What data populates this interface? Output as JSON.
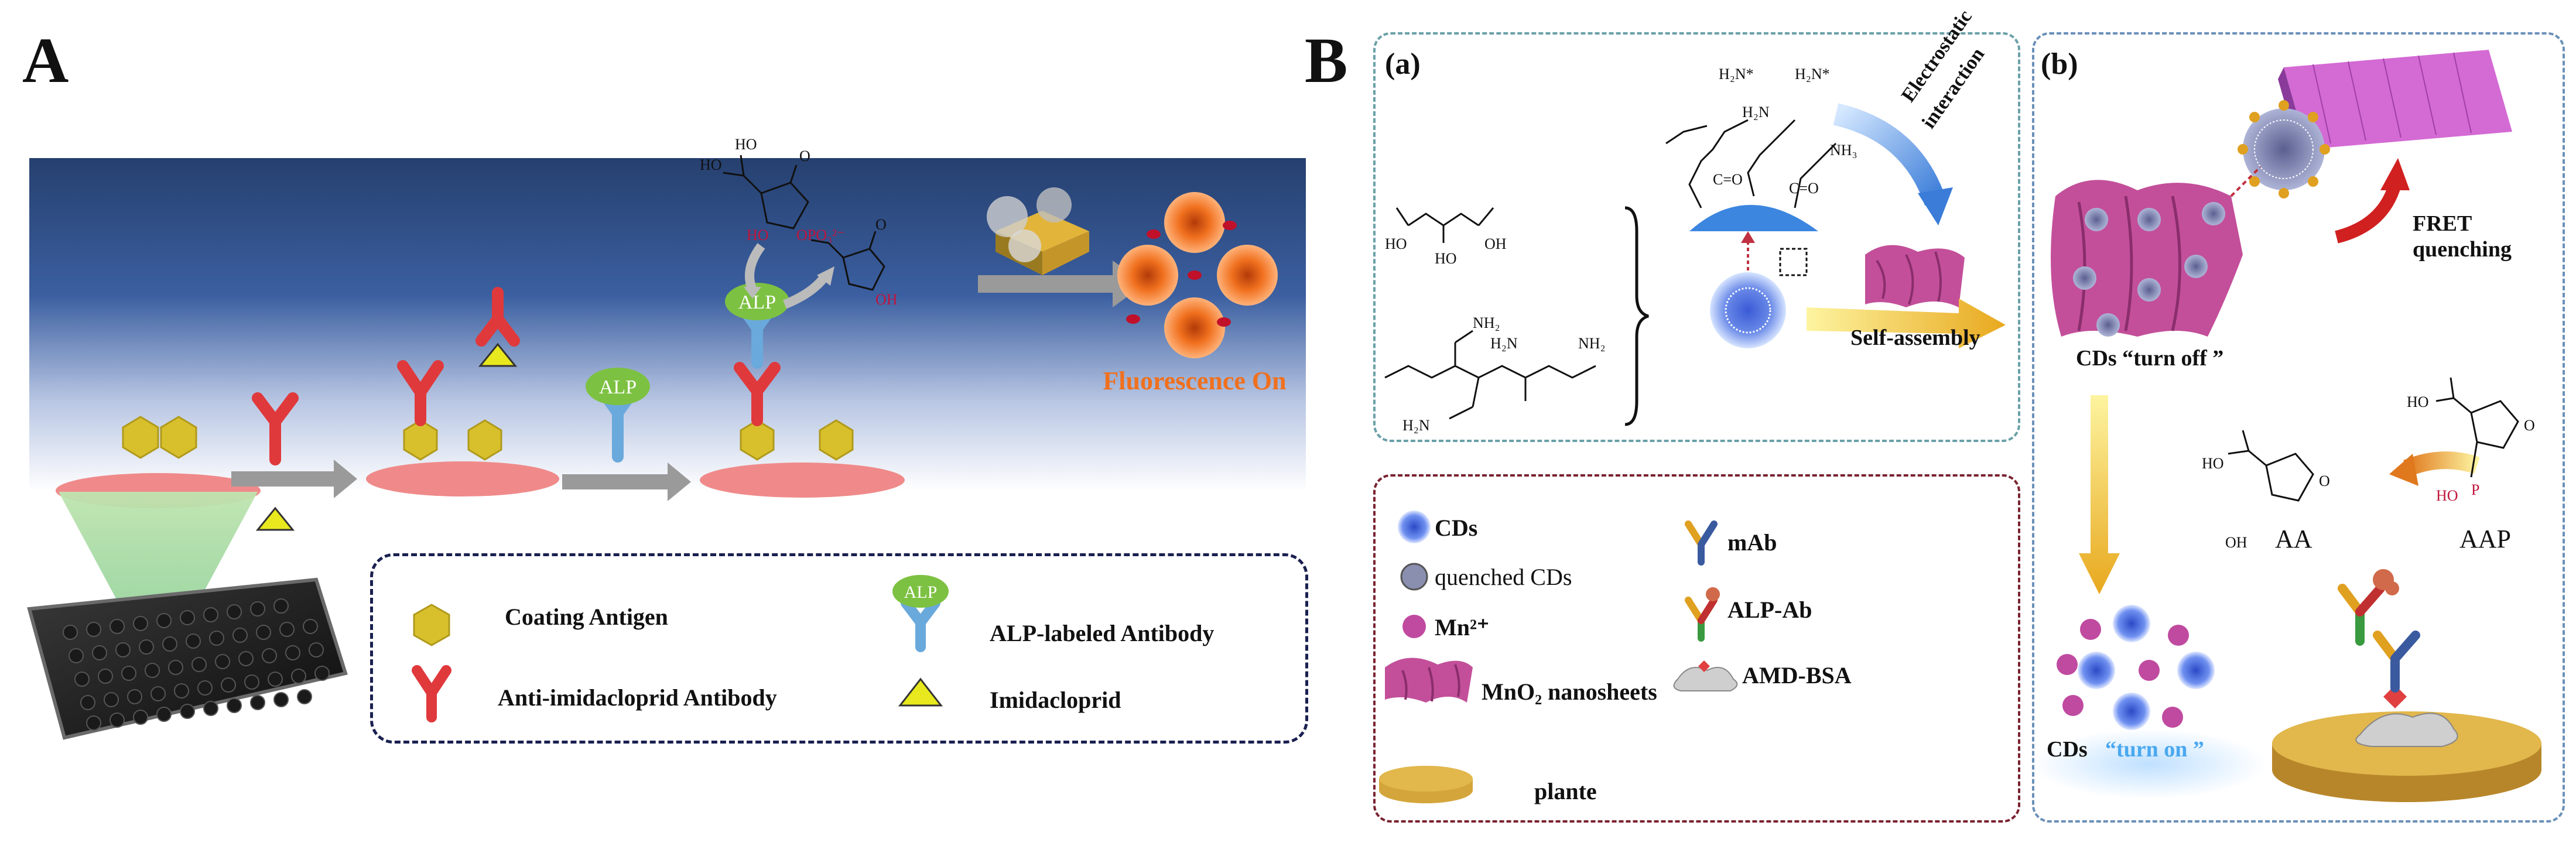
{
  "panel_a": {
    "letter": "A",
    "fluorescence_text": "Fluorescence On",
    "alp_label": "ALP",
    "legend": {
      "coating_antigen": "Coating Antigen",
      "anti_antibody": "Anti-imidacloprid Antibody",
      "alp_antibody": "ALP-labeled Antibody",
      "imidacloprid": "Imidacloprid",
      "alp_badge": "ALP"
    },
    "chem": {
      "opo3": "OPO₃²⁻",
      "ho1": "HO",
      "ho2": "HO",
      "ho3": "HO",
      "oh1": "OH",
      "o1": "O",
      "o2": "O"
    }
  },
  "panel_b": {
    "letter": "B",
    "sub_a": {
      "label": "(a)",
      "electrostatic_1": "Electrostatic",
      "electrostatic_2": "interaction",
      "self_assembly": "Self-assembly",
      "chem": {
        "nh2": "NH₂",
        "h2n": "H₂N",
        "h2n_star": "H₂N*",
        "nh3": "NH₃",
        "oh": "OH",
        "ho": "HO",
        "o": "O",
        "n": "N",
        "h": "H",
        "co": "C=O",
        "ho_c": "HO"
      }
    },
    "legend_b": {
      "cds": "CDs",
      "quenched": "quenched CDs",
      "mn": "Mn²⁺",
      "mno2": "MnO₂ nanosheets",
      "plante": "plante",
      "mab": "mAb",
      "alp_ab": "ALP-Ab",
      "amd_bsa": "AMD-BSA"
    },
    "sub_b": {
      "label": "(b)",
      "fret": "FRET quenching",
      "cds_turn_off": "CDs “turn off ”",
      "cds_word": "CDs",
      "turn_on": "“turn on ”",
      "aa": "AA",
      "aap": "AAP",
      "chem": {
        "o": "O",
        "oh": "OH",
        "ho": "HO",
        "p": "P",
        "ho_p": "HO"
      }
    }
  },
  "colors": {
    "bg_dark": "#26406f",
    "antigen": "#d8c02c",
    "antibody_red": "#e0393c",
    "antibody_blue": "#6aa9dc",
    "alp_green": "#7dc142",
    "imidacloprid": "#e8e81e",
    "plate_pink": "#f08080",
    "arrow_gray": "#9a9a9a",
    "fluor_orange": "#f0701e",
    "mno2_pink": "#c34f9a",
    "plate_gold": "#d4a53a",
    "cds_blue": "#5a7fd6",
    "mn_magenta": "#c04aa0",
    "dashed_teal": "#6aa0a8",
    "dashed_maroon": "#7a2230",
    "dashed_navy": "#1a2050"
  }
}
